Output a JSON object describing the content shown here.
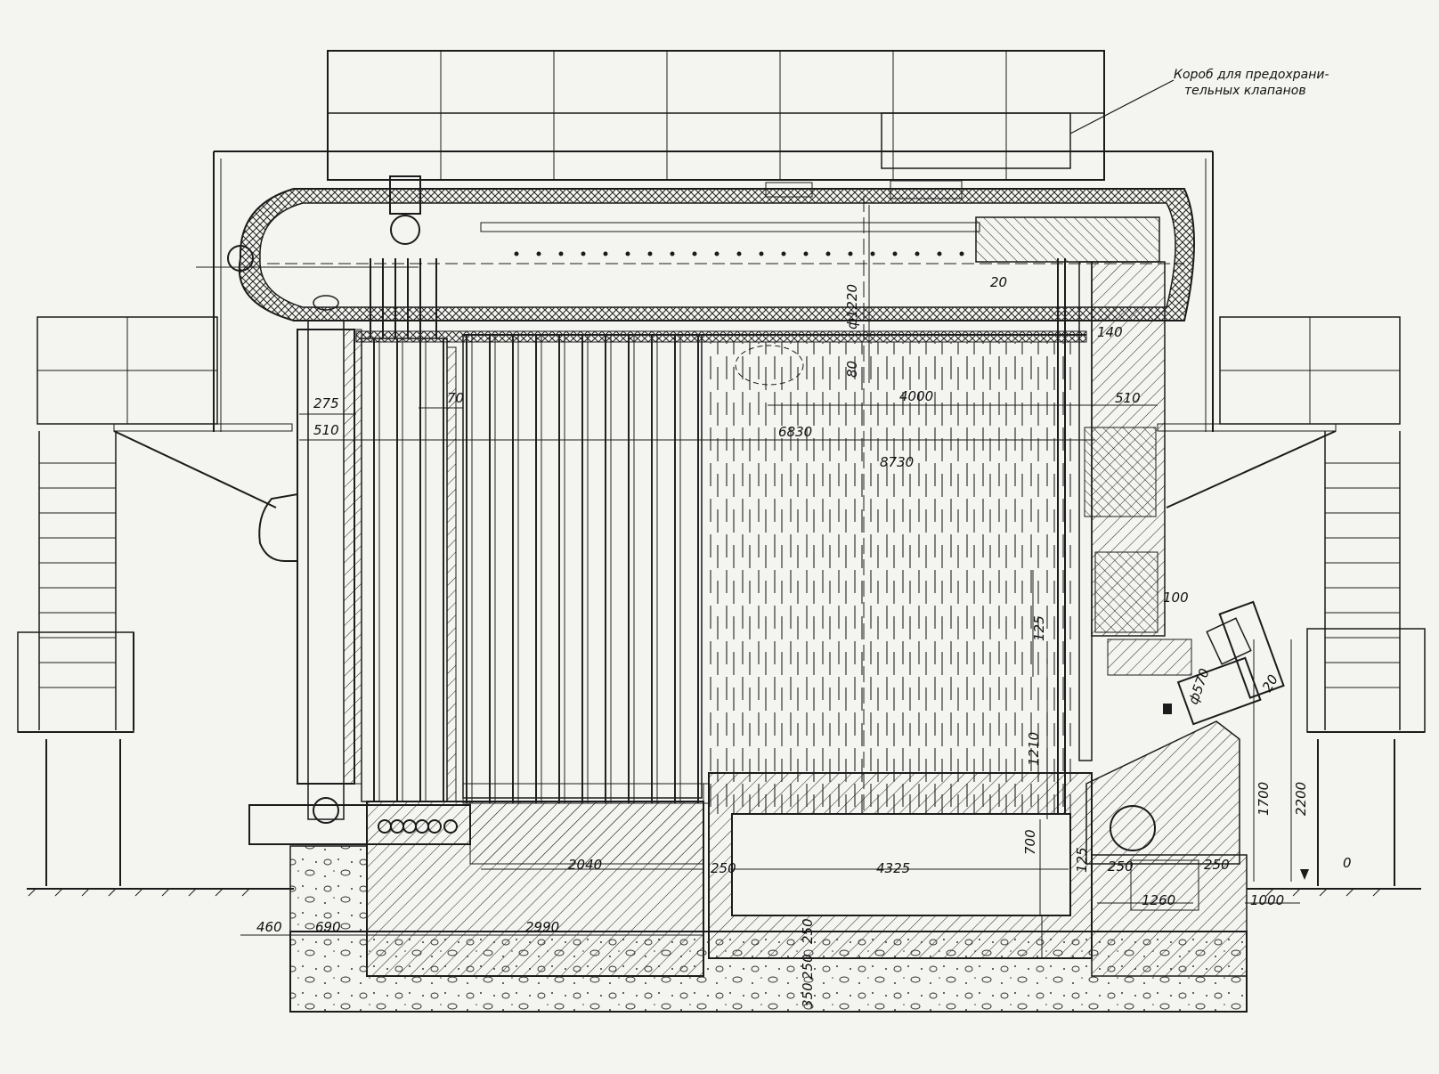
{
  "annotation": {
    "line1": "Короб для предохрани-",
    "line2": "тельных клапанов"
  },
  "dimensions": {
    "d275": "275",
    "d510_left": "510",
    "d70": "70",
    "d80": "80",
    "d1220": "ф1220",
    "d4000": "4000",
    "d6830": "6830",
    "d8730": "8730",
    "d140": "140",
    "d510_right": "510",
    "d20_top": "20",
    "d100": "100",
    "d125": "125",
    "d570": "ф570",
    "d20_right": "20",
    "d1210": "1210",
    "d1700": "1700",
    "d2200": "2200",
    "d2040": "2040",
    "d250_a": "250",
    "d4325": "4325",
    "d125_b": "125",
    "d250_b": "250",
    "d250_c": "250",
    "d1260": "1260",
    "d1000": "1000",
    "d460": "460",
    "d690": "690",
    "d2990": "2990",
    "d250_d": "250",
    "d250_e": "250",
    "d350": "350",
    "d700": "700",
    "zero": "0"
  },
  "colors": {
    "ink": "#1b1b1b",
    "paper": "#f4f4f1"
  }
}
